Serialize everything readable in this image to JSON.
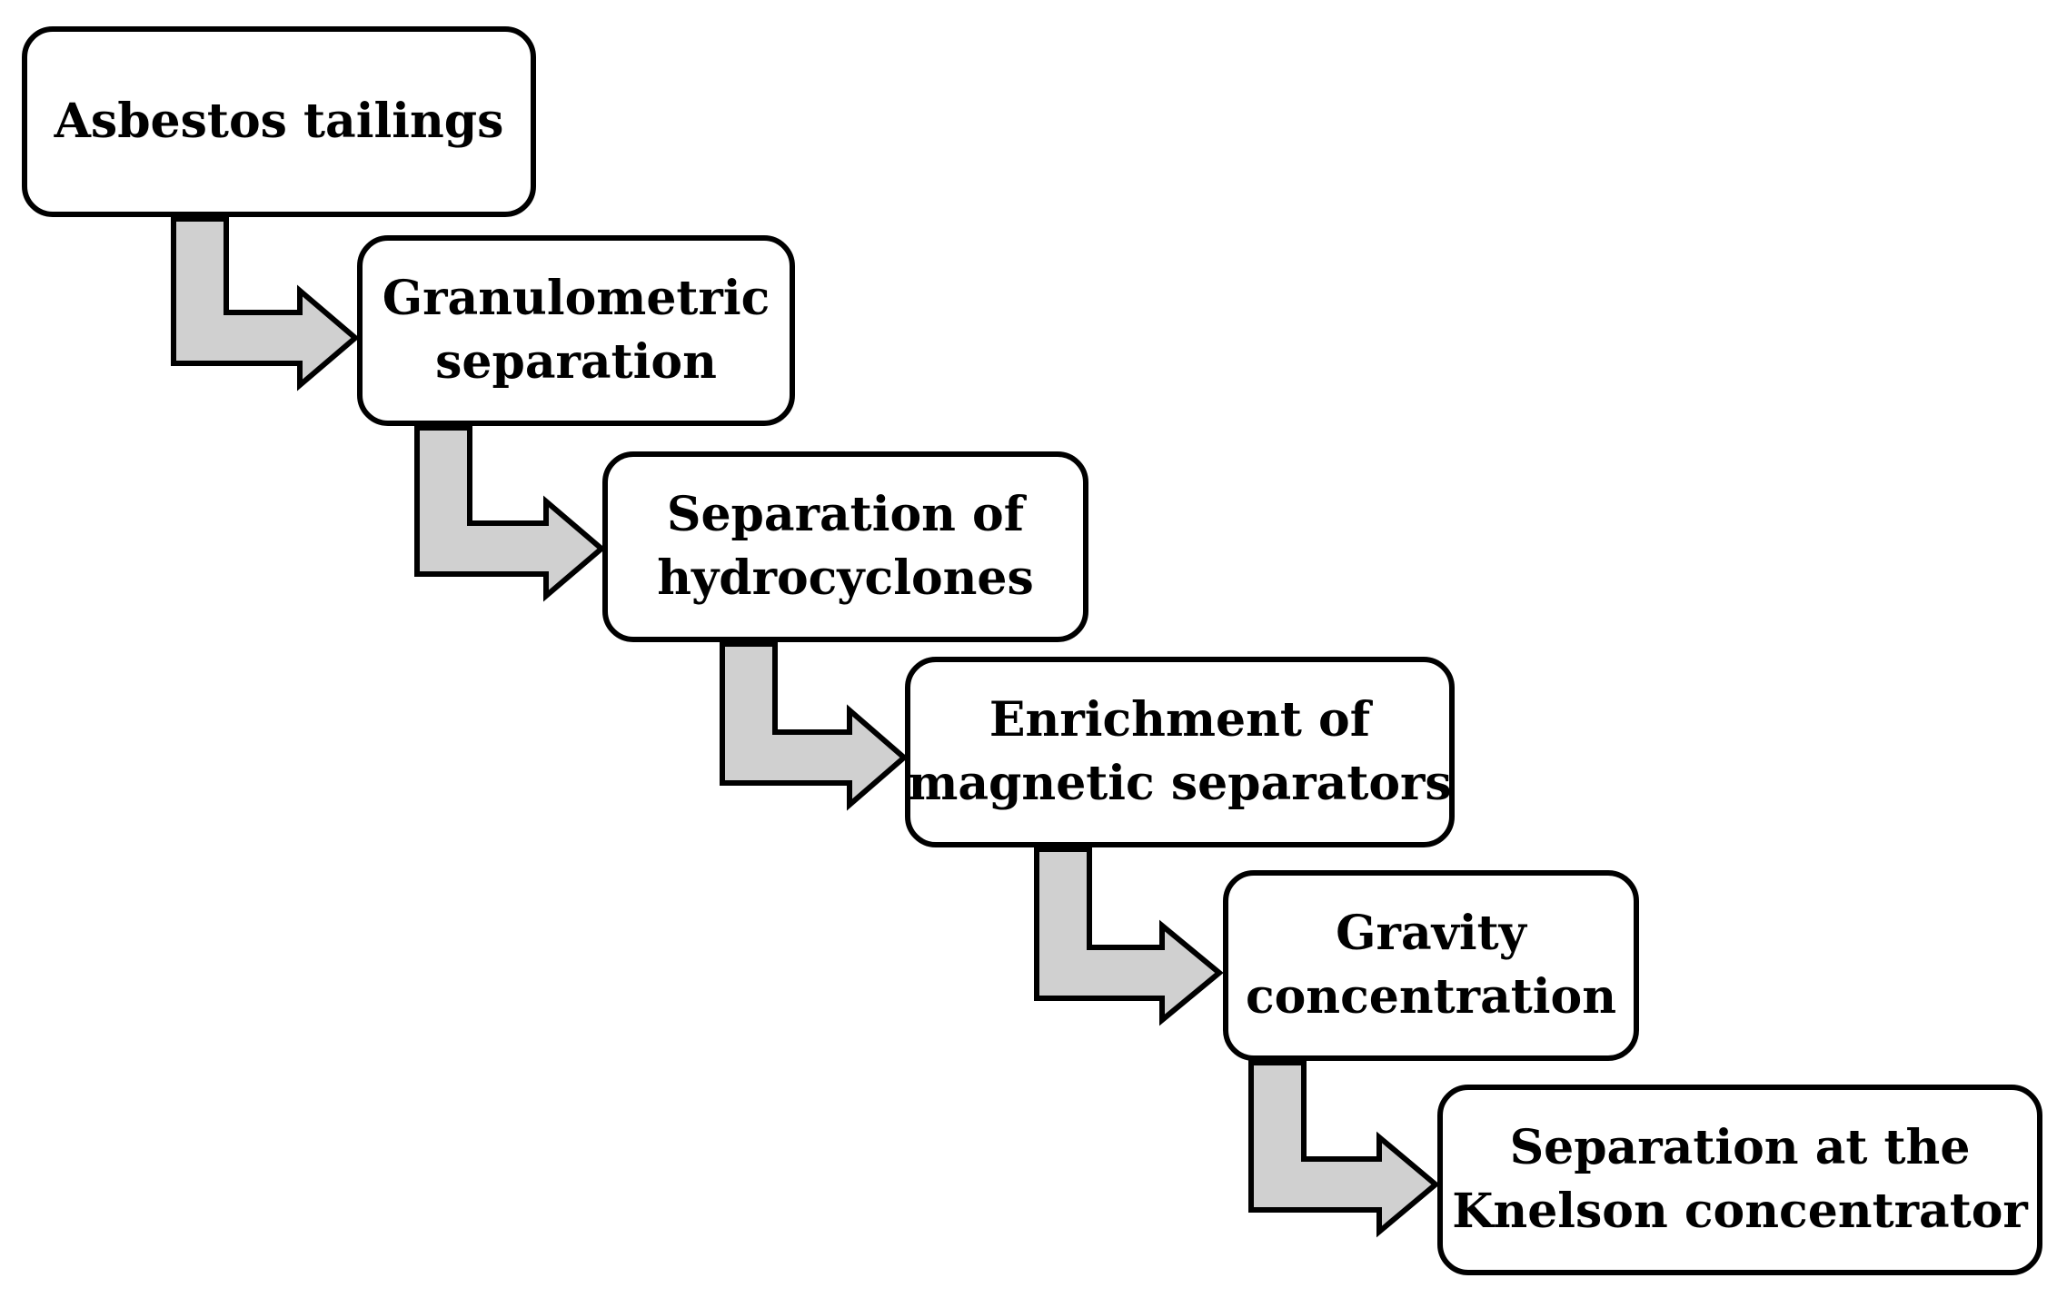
{
  "diagram": {
    "steps": [
      {
        "lines": [
          "Asbestos tailings"
        ]
      },
      {
        "lines": [
          "Granulometric",
          "separation"
        ]
      },
      {
        "lines": [
          "Separation of",
          "hydrocyclones"
        ]
      },
      {
        "lines": [
          "Enrichment of",
          "magnetic separators"
        ]
      },
      {
        "lines": [
          "Gravity",
          "concentration"
        ]
      },
      {
        "lines": [
          "Separation at the",
          "Knelson concentrator"
        ]
      }
    ],
    "colors": {
      "arrow_fill": "#d0d0d0",
      "stroke": "#000000",
      "box_fill": "#ffffff"
    }
  }
}
